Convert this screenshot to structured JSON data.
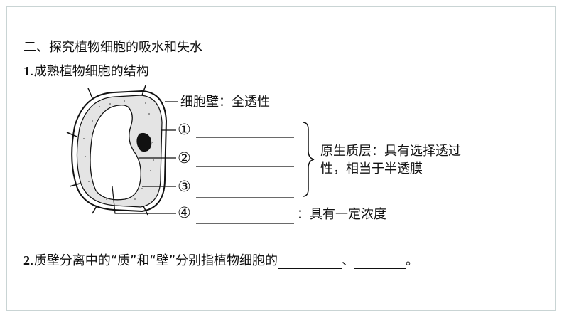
{
  "heading": "二、探究植物细胞的吸水和失水",
  "q1": {
    "number": "1",
    "title": ".成熟植物细胞的结构"
  },
  "diagram": {
    "cell_wall_label": "细胞壁：全透性",
    "markers": [
      "①",
      "②",
      "③",
      "④"
    ],
    "fourth_suffix": "：具有一定浓度",
    "bracket_label_line1": "原生质层：具有选择透过",
    "bracket_label_line2": "性，相当于半透膜"
  },
  "q2": {
    "number": "2",
    "text": ".质壁分离中的“质”和“壁”分别指植物细胞的",
    "separator": "、",
    "end": "。"
  },
  "colors": {
    "frame": "#c9d4d4",
    "cytoplasm": "#e6e6e6",
    "ink": "#111111"
  }
}
